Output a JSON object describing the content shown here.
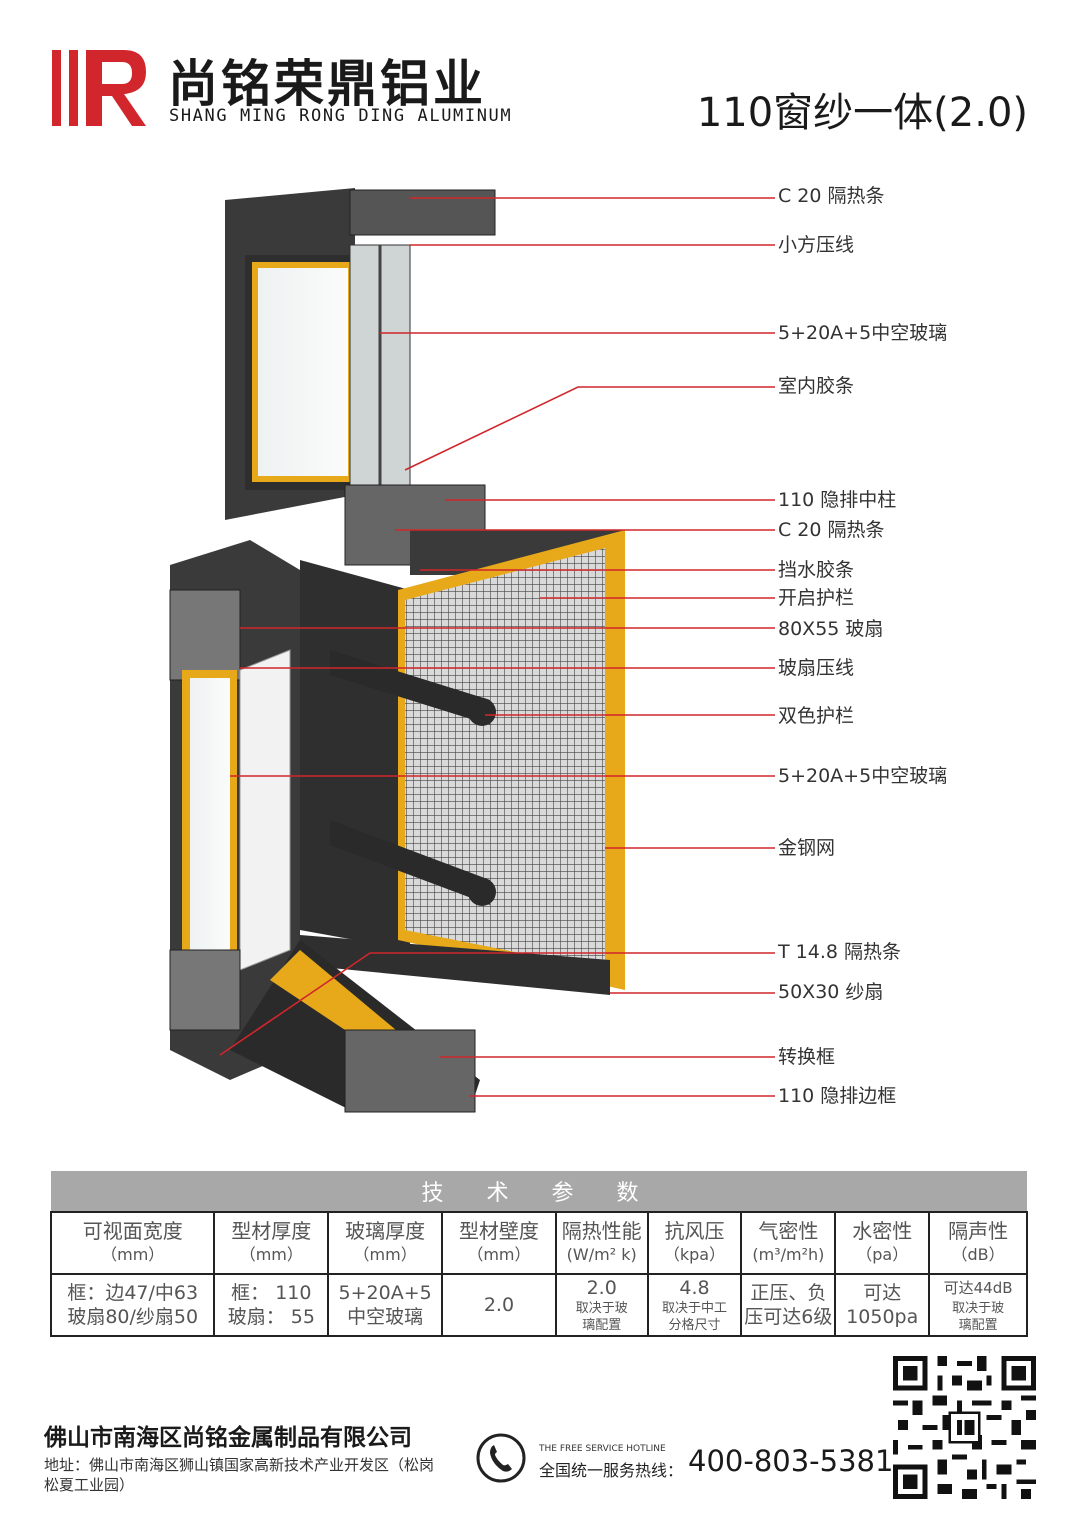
{
  "header": {
    "brand_cn": "尚铭荣鼎铝业",
    "brand_en": "SHANG MING RONG DING  ALUMINUM",
    "product_title": "110窗纱一体(2.0)",
    "logo_color": "#d1262b"
  },
  "callouts": [
    {
      "label": "C 20 隔热条"
    },
    {
      "label": "小方压线"
    },
    {
      "label": "5+20A+5中空玻璃"
    },
    {
      "label": "室内胶条"
    },
    {
      "label": "110 隐排中柱"
    },
    {
      "label": "C 20 隔热条"
    },
    {
      "label": "挡水胶条"
    },
    {
      "label": "开启护栏"
    },
    {
      "label": "80X55 玻扇"
    },
    {
      "label": "玻扇压线"
    },
    {
      "label": "双色护栏"
    },
    {
      "label": "5+20A+5中空玻璃"
    },
    {
      "label": "金钢网"
    },
    {
      "label": "T 14.8 隔热条"
    },
    {
      "label": "50X30 纱扇"
    },
    {
      "label": "转换框"
    },
    {
      "label": "110 隐排边框"
    }
  ],
  "spec_table": {
    "title": "技 术 参 数",
    "headers": [
      {
        "name": "可视面宽度",
        "unit": "（mm）"
      },
      {
        "name": "型材厚度",
        "unit": "（mm）"
      },
      {
        "name": "玻璃厚度",
        "unit": "（mm）"
      },
      {
        "name": "型材壁度",
        "unit": "（mm）"
      },
      {
        "name": "隔热性能",
        "unit": "(W/m² k)"
      },
      {
        "name": "抗风压",
        "unit": "（kpa）"
      },
      {
        "name": "气密性",
        "unit": "(m³/m²h)"
      },
      {
        "name": "水密性",
        "unit": "（pa）"
      },
      {
        "name": "隔声性",
        "unit": "（dB）"
      }
    ],
    "values": [
      {
        "line1": "框：边47/中63",
        "line2": "玻扇80/纱扇50"
      },
      {
        "line1": "框： 110",
        "line2": "玻扇： 55"
      },
      {
        "line1": "5+20A+5",
        "line2": "中空玻璃"
      },
      {
        "line1": "2.0"
      },
      {
        "main": "2.0",
        "note1": "取决于玻",
        "note2": "璃配置"
      },
      {
        "main": "4.8",
        "note1": "取决于中工",
        "note2": "分格尺寸"
      },
      {
        "line1": "正压、负",
        "line2": "压可达6级"
      },
      {
        "line1": "可达",
        "line2": "1050pa"
      },
      {
        "main": "可达44dB",
        "note1": "取决于玻",
        "note2": "璃配置"
      }
    ]
  },
  "footer": {
    "company": "佛山市南海区尚铭金属制品有限公司",
    "address": "地址：佛山市南海区狮山镇国家高新技术产业开发区（松岗松夏工业园）",
    "hotline_en": "THE FREE SERVICE HOTLINE",
    "hotline_cn": "全国统一服务热线：",
    "hotline_number": "400-803-5381"
  },
  "icons": [
    "logo-mark-icon",
    "phone-icon",
    "qr-code-icon"
  ]
}
